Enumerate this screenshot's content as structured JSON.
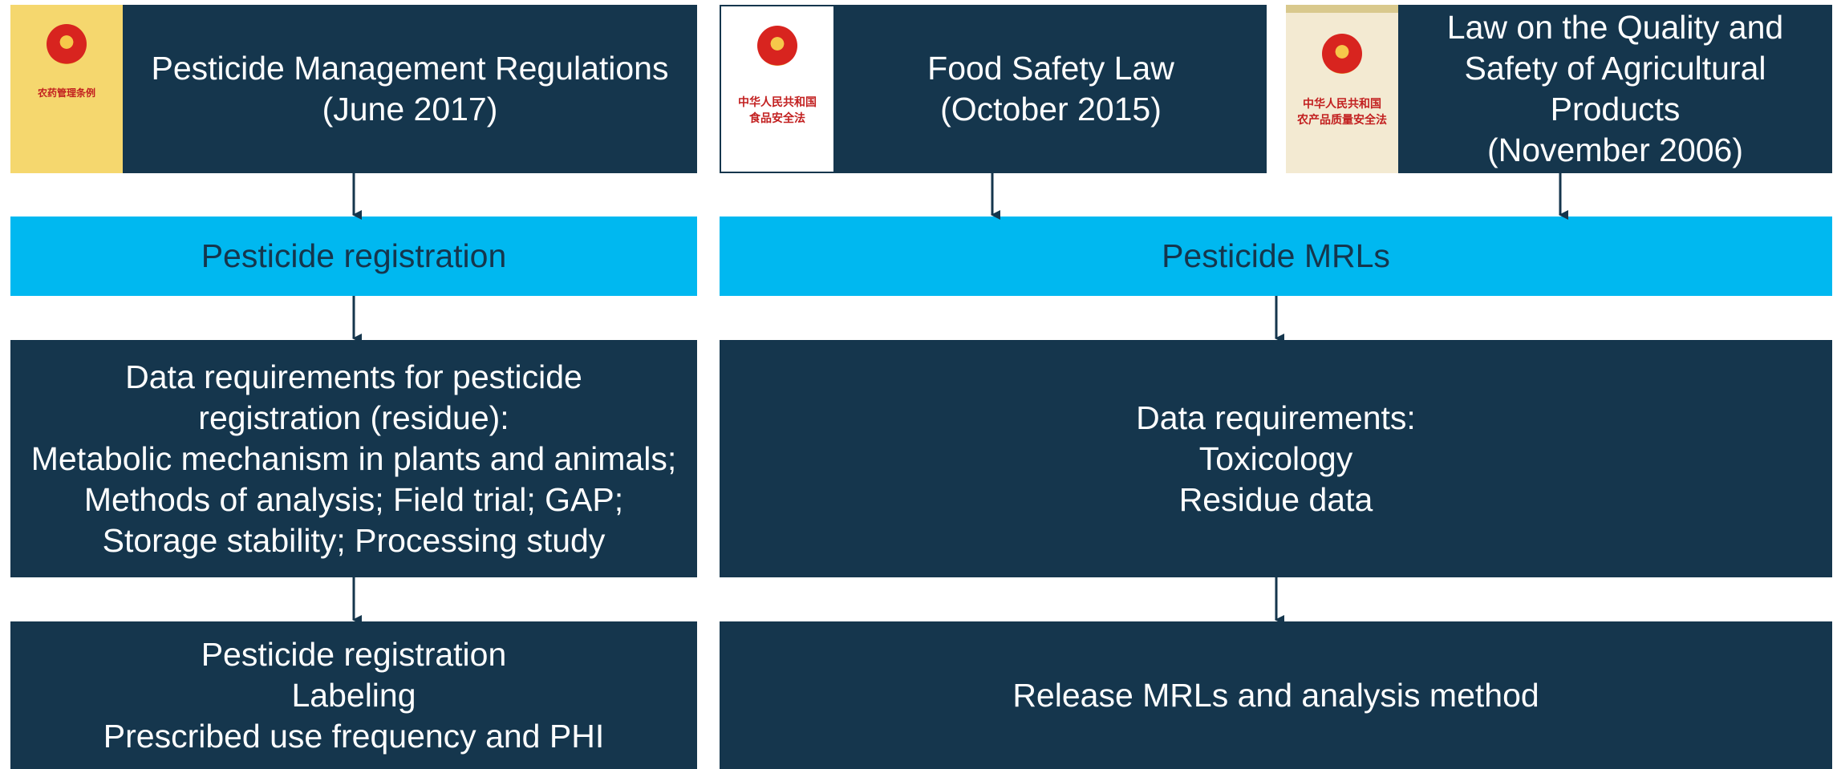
{
  "laws": [
    {
      "lines": [
        "Pesticide Management Regulations",
        "(June 2017)"
      ],
      "cover_text": [
        "农药管理条例"
      ]
    },
    {
      "lines": [
        "Food Safety Law",
        "(October 2015)"
      ],
      "cover_text": [
        "中华人民共和国",
        "食品安全法"
      ]
    },
    {
      "lines": [
        "Law on the Quality and",
        "Safety of Agricultural",
        "Products",
        "(November 2006)"
      ],
      "cover_text": [
        "中华人民共和国",
        "农产品质量安全法"
      ]
    }
  ],
  "level2": {
    "registration": "Pesticide registration",
    "mrls": "Pesticide MRLs"
  },
  "level3": {
    "left": [
      "Data requirements for pesticide",
      "registration (residue):",
      "Metabolic mechanism in plants and animals;",
      "Methods of analysis; Field  trial; GAP;",
      "Storage stability; Processing study"
    ],
    "right": [
      "Data requirements:",
      "Toxicology",
      "Residue data"
    ]
  },
  "level4": {
    "left": [
      "Pesticide registration",
      "Labeling",
      "Prescribed use frequency and PHI"
    ],
    "right": [
      "Release MRLs and analysis method"
    ]
  },
  "colors": {
    "dark_navy": "#15364d",
    "light_blue": "#00b8f0",
    "cover_yellow": "#f5d76e",
    "emblem_red": "#d8241f"
  }
}
